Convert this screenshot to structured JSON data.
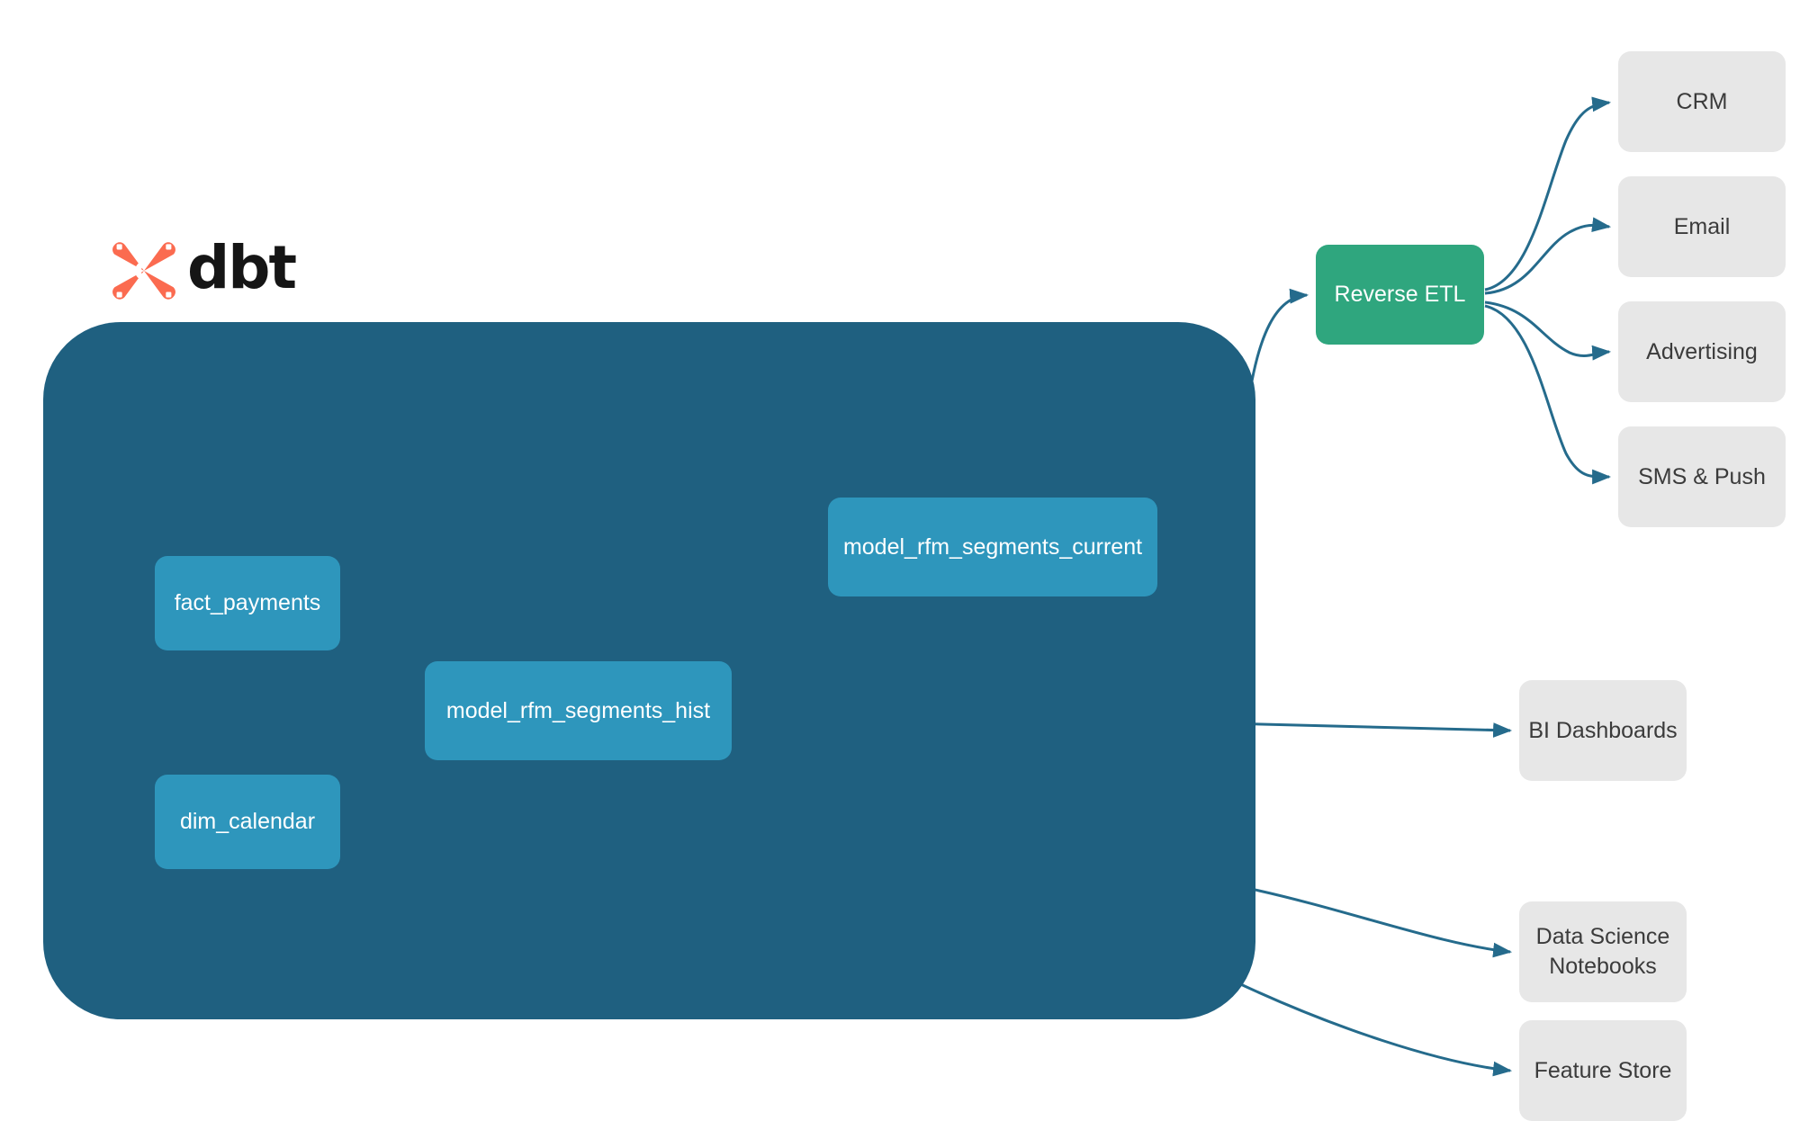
{
  "brand": {
    "logo_name": "dbt-logo",
    "wordmark": "dbt",
    "mark_color": "#FB6B50",
    "wordmark_color": "#151515"
  },
  "warehouse": {
    "name": "dbt-project-container",
    "fill": "#1F6080",
    "models": [
      {
        "id": "fact_payments",
        "label": "fact_payments",
        "kind": "source"
      },
      {
        "id": "dim_calendar",
        "label": "dim_calendar",
        "kind": "source"
      },
      {
        "id": "model_rfm_segments_hist",
        "label": "model_rfm_segments_hist",
        "kind": "model"
      },
      {
        "id": "model_rfm_segments_current",
        "label": "model_rfm_segments_current",
        "kind": "model"
      }
    ],
    "model_fill": "#2E96BC",
    "model_text_color": "#FFFFFF"
  },
  "reverse_etl": {
    "label": "Reverse ETL",
    "fill": "#2FA67E",
    "text_color": "#FFFFFF"
  },
  "activation_targets": [
    {
      "id": "crm",
      "label": "CRM"
    },
    {
      "id": "email",
      "label": "Email"
    },
    {
      "id": "advertising",
      "label": "Advertising"
    },
    {
      "id": "sms_push",
      "label": "SMS & Push"
    }
  ],
  "analytics_targets": [
    {
      "id": "bi_dashboards",
      "label": "BI Dashboards"
    },
    {
      "id": "ds_notebooks",
      "label": "Data Science\nNotebooks"
    },
    {
      "id": "feature_store",
      "label": "Feature Store"
    }
  ],
  "destination_style": {
    "fill": "#E7E7E7",
    "text_color": "#3B3B3B"
  },
  "edges": {
    "external_color": "#256B8C",
    "internal_color": "#2E8BAD",
    "list": [
      {
        "from": "fact_payments",
        "to": "model_rfm_segments_hist",
        "scope": "internal"
      },
      {
        "from": "dim_calendar",
        "to": "model_rfm_segments_hist",
        "scope": "internal"
      },
      {
        "from": "model_rfm_segments_hist",
        "to": "model_rfm_segments_current",
        "scope": "internal"
      },
      {
        "from": "model_rfm_segments_current",
        "to": "reverse_etl",
        "scope": "external"
      },
      {
        "from": "model_rfm_segments_hist",
        "to": "bi_dashboards",
        "scope": "external"
      },
      {
        "from": "model_rfm_segments_hist",
        "to": "ds_notebooks",
        "scope": "external"
      },
      {
        "from": "model_rfm_segments_hist",
        "to": "feature_store",
        "scope": "external"
      },
      {
        "from": "reverse_etl",
        "to": "crm",
        "scope": "external"
      },
      {
        "from": "reverse_etl",
        "to": "email",
        "scope": "external"
      },
      {
        "from": "reverse_etl",
        "to": "advertising",
        "scope": "external"
      },
      {
        "from": "reverse_etl",
        "to": "sms_push",
        "scope": "external"
      }
    ]
  }
}
